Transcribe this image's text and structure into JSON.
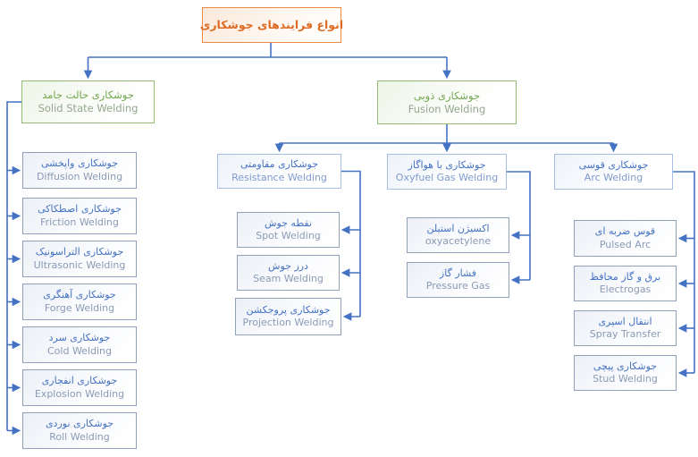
{
  "diagram": {
    "root": {
      "fa": "انواع فرایندهای جوشکاری"
    },
    "solid_state": {
      "fa": "جوشکاری حالت جامد",
      "en": "Solid State Welding",
      "children": [
        {
          "fa": "جوشکاری واپخشی",
          "en": "Diffusion Welding"
        },
        {
          "fa": "جوشکاری اصطکاکی",
          "en": "Friction Welding"
        },
        {
          "fa": "جوشکاری التراسونیک",
          "en": "Ultrasonic Welding"
        },
        {
          "fa": "جوشکاری آهنگری",
          "en": "Forge Welding"
        },
        {
          "fa": "جوشکاری سرد",
          "en": "Cold Welding"
        },
        {
          "fa": "جوشکاری انفجاری",
          "en": "Explosion Welding"
        },
        {
          "fa": "جوشکاری نوردی",
          "en": "Roll Welding"
        }
      ]
    },
    "fusion": {
      "fa": "جوشکاری ذوبی",
      "en": "Fusion Welding",
      "groups": [
        {
          "fa": "جوشکاری مقاومتی",
          "en": "Resistance Welding",
          "children": [
            {
              "fa": "نقطه جوش",
              "en": "Spot Welding"
            },
            {
              "fa": "درز جوش",
              "en": "Seam Welding"
            },
            {
              "fa": "جوشکاری پروجکشن",
              "en": "Projection Welding"
            }
          ]
        },
        {
          "fa": "جوشکاری با هواگاز",
          "en": "Oxyfuel Gas Welding",
          "children": [
            {
              "fa": "اکسیژن استیلن",
              "en": "oxyacetylene"
            },
            {
              "fa": "فشار گاز",
              "en": "Pressure Gas"
            }
          ]
        },
        {
          "fa": "جوشکاری قوسی",
          "en": "Arc Welding",
          "children": [
            {
              "fa": "قوس ضربه ای",
              "en": "Pulsed Arc"
            },
            {
              "fa": "برق و گاز محافظ",
              "en": "Electrogas"
            },
            {
              "fa": "انتقال اسپری",
              "en": "Spray Transfer"
            },
            {
              "fa": "جوشکاری پیچی",
              "en": "Stud Welding"
            }
          ]
        }
      ]
    },
    "colors": {
      "connector": "#4472c4",
      "root_accent": "#ed7d31",
      "green_accent": "#72a64d",
      "blue_text": "#4472c4",
      "blue_muted": "#8a9ab5",
      "box_border": "#8fa0b8"
    }
  }
}
